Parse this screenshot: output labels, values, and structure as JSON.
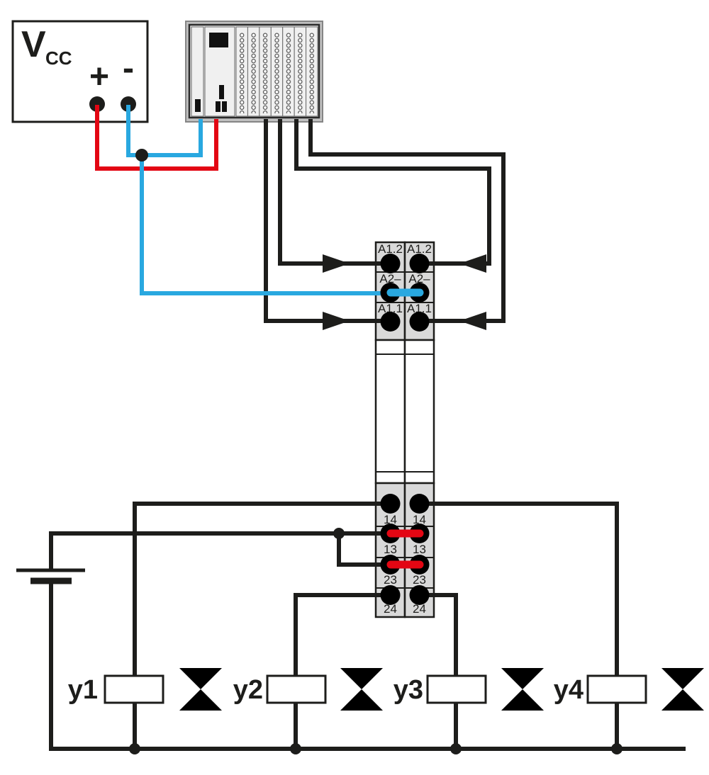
{
  "power_supply": {
    "label": "V",
    "label_sub": "CC",
    "plus_label": "+",
    "minus_label": "-"
  },
  "upper_block": {
    "terminals": [
      "A1.2",
      "A2–",
      "A1.1"
    ]
  },
  "lower_block": {
    "terminals": [
      "14",
      "13",
      "23",
      "24"
    ]
  },
  "relays": [
    {
      "label": "y1"
    },
    {
      "label": "y2"
    },
    {
      "label": "y3"
    },
    {
      "label": "y4"
    }
  ],
  "colors": {
    "black": "#1d1d1b",
    "red": "#e30613",
    "blue": "#29a8e0",
    "block_fill": "#d9d9d9",
    "plc_body": "#c0c0c0",
    "plc_slot": "#f0f0f0"
  }
}
